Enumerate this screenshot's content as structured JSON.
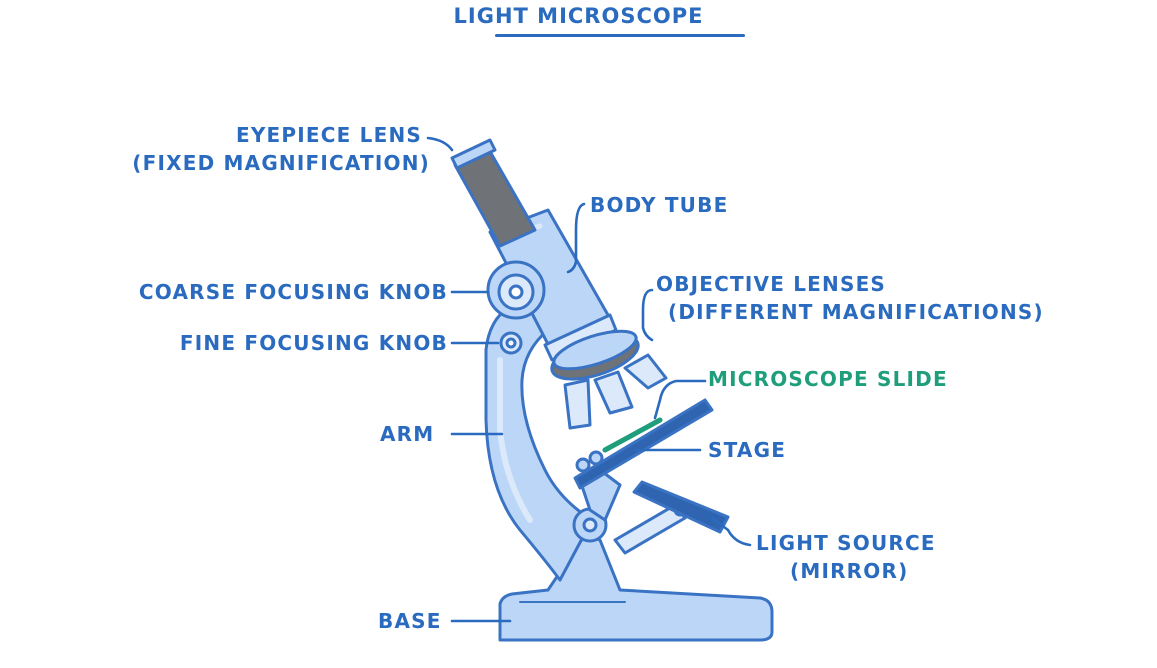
{
  "title": "LIGHT MICROSCOPE",
  "labels": {
    "eyepiece_line1": "EYEPIECE LENS",
    "eyepiece_line2": "(FIXED MAGNIFICATION)",
    "body_tube": "BODY TUBE",
    "coarse_knob": "COARSE FOCUSING KNOB",
    "fine_knob": "FINE FOCUSING KNOB",
    "objective_line1": "OBJECTIVE LENSES",
    "objective_line2": "(DIFFERENT MAGNIFICATIONS)",
    "slide": "MICROSCOPE SLIDE",
    "stage": "STAGE",
    "arm": "ARM",
    "light_line1": "LIGHT SOURCE",
    "light_line2": "(MIRROR)",
    "base": "BASE"
  },
  "colors": {
    "label_blue": "#2a6bbf",
    "slide_green": "#1f9e7c",
    "body_fill": "#bcd6f7",
    "body_fill_light": "#dbe9fb",
    "outline": "#3a73c4",
    "eyepiece_grey": "#6f7276"
  }
}
